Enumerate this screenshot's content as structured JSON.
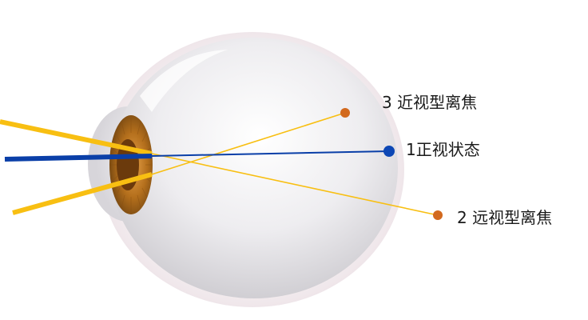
{
  "labels": {
    "myopic_focus": "3 近视型离焦",
    "normal_focus": "1正视状态",
    "hyperopic_focus": "2 远视型离焦"
  },
  "colors": {
    "normal_ray": "#0a3fa8",
    "defocus_ray": "#f8bf12",
    "focus_dot_defocus": "#d2691e",
    "focus_dot_normal": "#0d47b5",
    "sclera": "#e6e4e7",
    "iris": "#a8661a",
    "pupil": "#6b3a0c"
  }
}
